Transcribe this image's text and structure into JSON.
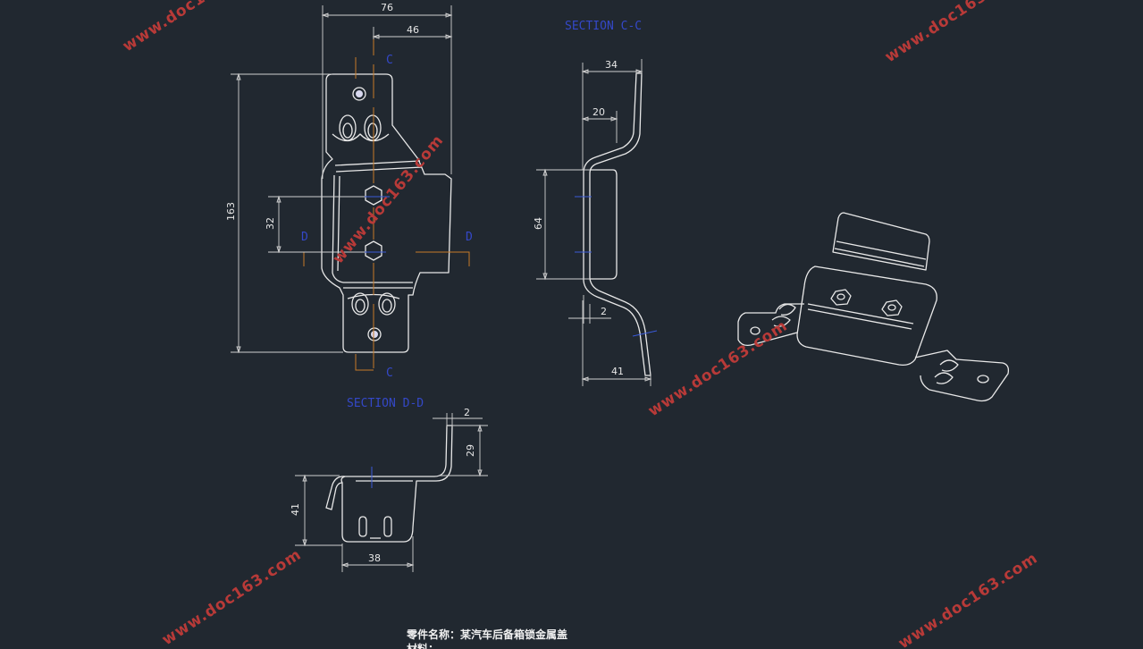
{
  "drawing": {
    "front_view": {
      "dims": {
        "width_overall": "76",
        "width_partial": "46",
        "height_overall": "163",
        "hole_pitch": "32"
      },
      "section_marks": {
        "top_c": "C",
        "bottom_c": "C",
        "left_d": "D",
        "right_d": "D"
      }
    },
    "section_c": {
      "title": "SECTION C-C",
      "dims": {
        "top_width": "34",
        "offset": "20",
        "height": "64",
        "thickness": "2",
        "bottom_width": "41"
      }
    },
    "section_d": {
      "title": "SECTION D-D",
      "dims": {
        "thickness": "2",
        "flange_height": "29",
        "height": "41",
        "width": "38"
      }
    },
    "title_block": {
      "part_name": "零件名称：某汽车后备箱锁金属盖",
      "material_line": "材料："
    },
    "watermark": "www.doc163.com",
    "colors": {
      "background": "#212830",
      "geometry": "#e8e8e8",
      "centerline": "#c87a28",
      "section": "#3448c8",
      "watermark": "#b83a38"
    }
  }
}
